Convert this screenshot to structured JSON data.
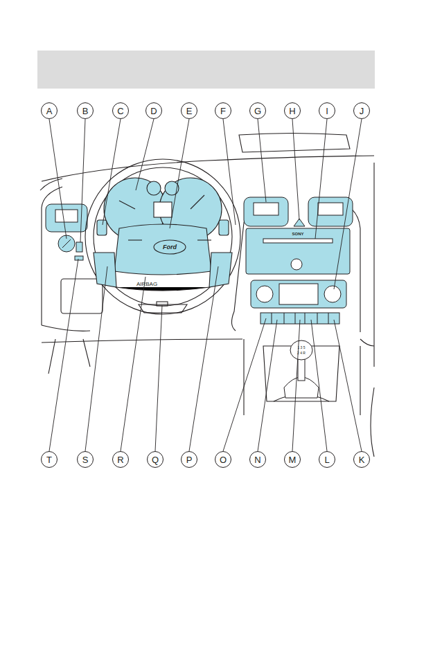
{
  "diagram": {
    "nodes": [
      {
        "text": [
          "A"
        ]
      },
      {
        "text": [
          "B"
        ]
      },
      {
        "text": [
          "C"
        ]
      },
      {
        "text": [
          "D"
        ]
      },
      {
        "text": [
          "E"
        ]
      },
      {
        "text": [
          "F"
        ]
      },
      {
        "text": [
          "G"
        ]
      },
      {
        "text": [
          "H"
        ]
      },
      {
        "text": [
          "I"
        ]
      },
      {
        "text": [
          "J"
        ]
      },
      {
        "text": [
          "T"
        ]
      },
      {
        "text": [
          "S"
        ]
      },
      {
        "text": [
          "R"
        ]
      },
      {
        "text": [
          "Q"
        ]
      },
      {
        "text": [
          "P"
        ]
      },
      {
        "text": [
          "O"
        ]
      },
      {
        "text": [
          "N"
        ]
      },
      {
        "text": [
          "M"
        ]
      },
      {
        "text": [
          "L"
        ]
      },
      {
        "text": [
          "K"
        ]
      }
    ],
    "labels": [
      "Ford",
      "AIRBAG",
      "SONY",
      "1 3 5",
      "2 4 R"
    ]
  }
}
